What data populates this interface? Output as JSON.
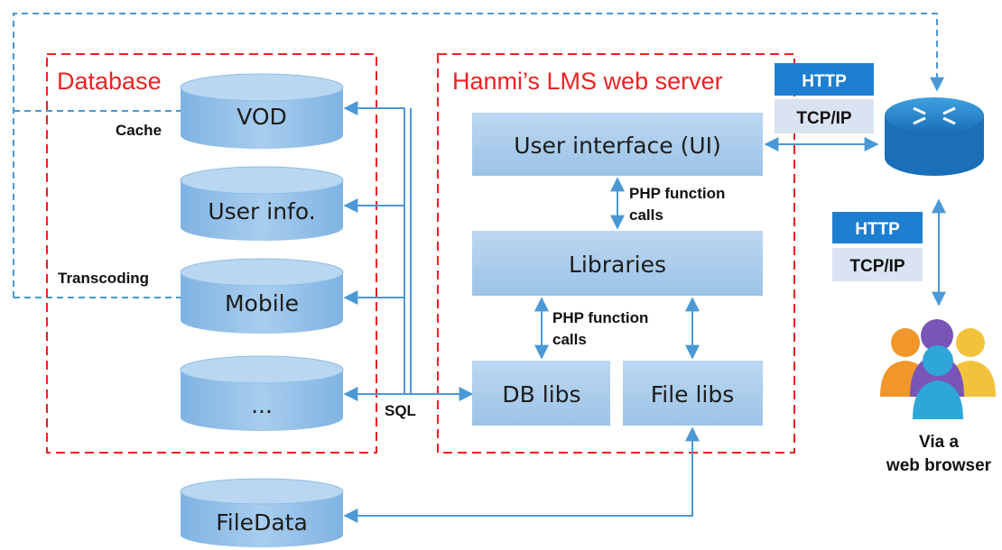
{
  "database": {
    "title": "Database",
    "items": [
      {
        "label": "VOD"
      },
      {
        "label": "User info."
      },
      {
        "label": "Mobile"
      },
      {
        "label": "..."
      }
    ],
    "cache_label": "Cache",
    "transcoding_label": "Transcoding"
  },
  "server": {
    "title": "Hanmi’s LMS web server",
    "ui_label": "User interface (UI)",
    "libraries_label": "Libraries",
    "dblibs_label": "DB libs",
    "filelibs_label": "File libs",
    "php_calls_top": [
      "PHP function",
      "calls"
    ],
    "php_calls_bottom": [
      "PHP function",
      "calls"
    ]
  },
  "sql_label": "SQL",
  "filedata_label": "FileData",
  "protocols_top": {
    "http": "HTTP",
    "tcpip": "TCP/IP"
  },
  "protocols_side": {
    "http": "HTTP",
    "tcpip": "TCP/IP"
  },
  "client_label": [
    "Via a",
    "web browser"
  ],
  "colors": {
    "box_fill": "#a9cbea",
    "cylinder_fill": "#8fbde6",
    "red_dash": "#ee2222",
    "blue_arrow": "#4b98d6",
    "http_bg": "#1e7fd0",
    "tcpip_bg": "#d9e3f1"
  }
}
